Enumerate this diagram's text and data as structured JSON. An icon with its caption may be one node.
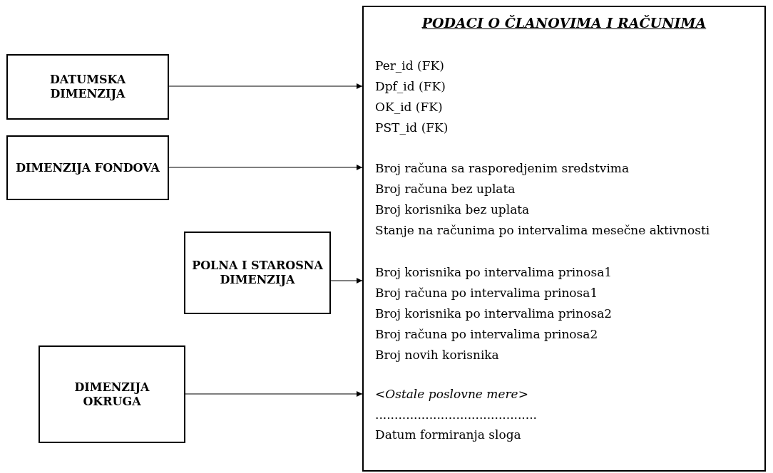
{
  "diagram": {
    "nodes": [
      {
        "text": [
          "DATUMSKA DIMENZIJA"
        ]
      },
      {
        "text": [
          "DIMENZIJA FONDOVA"
        ]
      },
      {
        "text": [
          "POLNA I STAROSNA DIMENZIJA"
        ]
      },
      {
        "text": [
          "DIMENZIJA OKRUGA"
        ]
      },
      {
        "text": [
          "PODACI O ČLANOVIMA I RAČUNIMA",
          "Per_id (FK)",
          "Dpf_id (FK)",
          "OK_id (FK)",
          "PST_id (FK)",
          "Broj računa sa rasporedjenim sredstvima",
          "Broj računa bez uplata",
          "Broj korisnika bez uplata",
          "Stanje na računima po intervalima mesečne aktivnosti",
          "Broj korisnika po intervalima prinosa1",
          "Broj računa po intervalima prinosa1",
          "Broj korisnika po intervalima prinosa2",
          "Broj računa po intervalima prinosa2",
          "Broj novih korisnika",
          "<Ostale poslovne mere>",
          "..........................................",
          "Datum formiranja sloga"
        ]
      }
    ],
    "edges": [
      {
        "from": 0,
        "to": 4,
        "arrow": "to"
      },
      {
        "from": 1,
        "to": 4,
        "arrow": "to"
      },
      {
        "from": 2,
        "to": 4,
        "arrow": "to"
      },
      {
        "from": 3,
        "to": 4,
        "arrow": "to"
      }
    ]
  }
}
